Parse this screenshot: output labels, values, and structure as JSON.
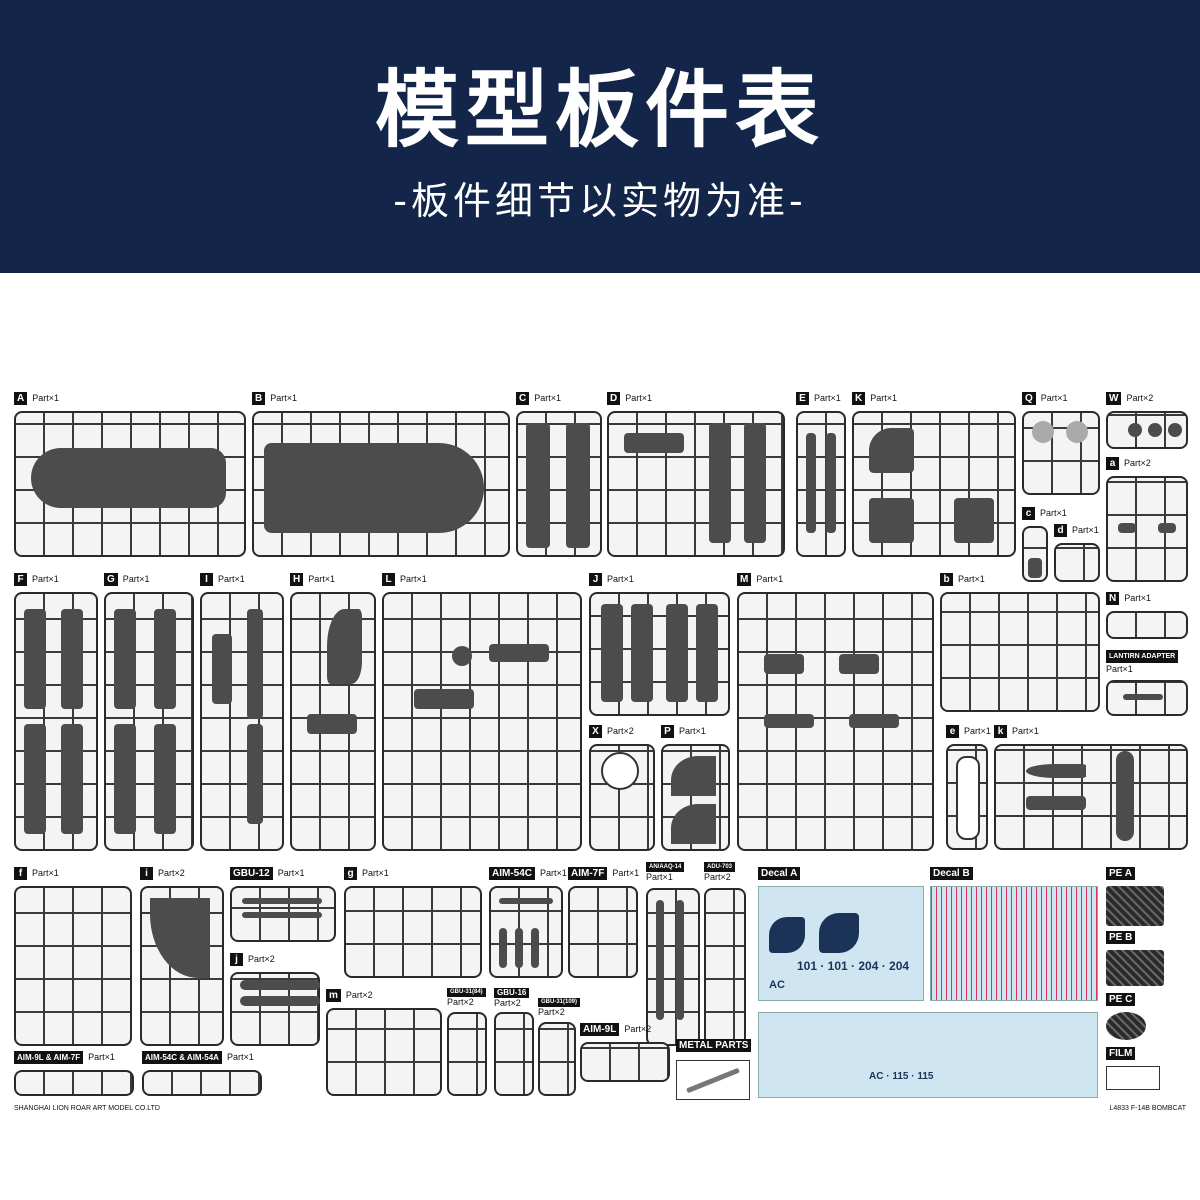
{
  "banner": {
    "title": "模型板件表",
    "subtitle": "-板件细节以实物为准-"
  },
  "panels": [
    {
      "label": "A",
      "qty": "Part×1"
    },
    {
      "label": "B",
      "qty": "Part×1"
    },
    {
      "label": "C",
      "qty": "Part×1"
    },
    {
      "label": "D",
      "qty": "Part×1"
    },
    {
      "label": "E",
      "qty": "Part×1"
    },
    {
      "label": "K",
      "qty": "Part×1"
    },
    {
      "label": "Q",
      "qty": "Part×1"
    },
    {
      "label": "W",
      "qty": "Part×2"
    },
    {
      "label": "a",
      "qty": "Part×2"
    },
    {
      "label": "c",
      "qty": "Part×1"
    },
    {
      "label": "d",
      "qty": "Part×1"
    },
    {
      "label": "F",
      "qty": "Part×1"
    },
    {
      "label": "G",
      "qty": "Part×1"
    },
    {
      "label": "I",
      "qty": "Part×1"
    },
    {
      "label": "H",
      "qty": "Part×1"
    },
    {
      "label": "L",
      "qty": "Part×1"
    },
    {
      "label": "J",
      "qty": "Part×1"
    },
    {
      "label": "M",
      "qty": "Part×1"
    },
    {
      "label": "b",
      "qty": "Part×1"
    },
    {
      "label": "N",
      "qty": "Part×1"
    },
    {
      "label": "LANTIRN ADAPTER",
      "qty": "Part×1"
    },
    {
      "label": "X",
      "qty": "Part×2"
    },
    {
      "label": "P",
      "qty": "Part×1"
    },
    {
      "label": "e",
      "qty": "Part×1"
    },
    {
      "label": "k",
      "qty": "Part×1"
    },
    {
      "label": "f",
      "qty": "Part×1"
    },
    {
      "label": "i",
      "qty": "Part×2"
    },
    {
      "label": "GBU-12",
      "qty": "Part×1"
    },
    {
      "label": "g",
      "qty": "Part×1"
    },
    {
      "label": "AIM-54C",
      "qty": "Part×1"
    },
    {
      "label": "AIM-7F",
      "qty": "Part×1"
    },
    {
      "label": "AN/AAQ-14",
      "qty": "Part×1"
    },
    {
      "label": "ADU-703",
      "qty": "Part×2"
    },
    {
      "label": "Decal A",
      "qty": ""
    },
    {
      "label": "Decal B",
      "qty": ""
    },
    {
      "label": "PE A",
      "qty": ""
    },
    {
      "label": "j",
      "qty": "Part×2"
    },
    {
      "label": "m",
      "qty": "Part×2"
    },
    {
      "label": "GBU-31(84)",
      "qty": "Part×2"
    },
    {
      "label": "GBU-16",
      "qty": "Part×2"
    },
    {
      "label": "GBU-31(109)",
      "qty": "Part×2"
    },
    {
      "label": "AIM-9L",
      "qty": "Part×2"
    },
    {
      "label": "METAL PARTS",
      "qty": ""
    },
    {
      "label": "PE B",
      "qty": ""
    },
    {
      "label": "PE C",
      "qty": ""
    },
    {
      "label": "FILM",
      "qty": ""
    },
    {
      "label": "AIM-9L & AIM-7F",
      "qty": "Part×1"
    },
    {
      "label": "AIM-54C & AIM-54A",
      "qty": "Part×1"
    }
  ],
  "decal": {
    "a_numbers": "101 · 101 · 204 · 204",
    "a_code": "AC",
    "b_numbers": "AC · 115 · 115"
  },
  "footer": {
    "left": "SHANGHAI LION ROAR ART MODEL CO.LTD",
    "right": "L4833 F-14B BOMBCAT"
  }
}
